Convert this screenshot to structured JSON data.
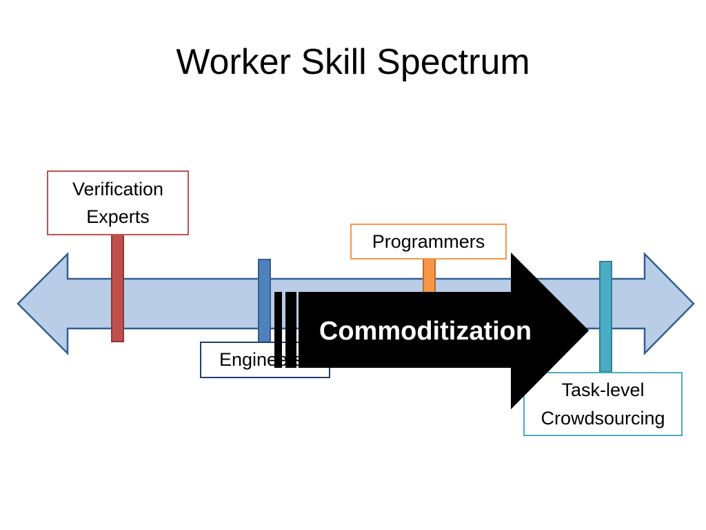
{
  "title": "Worker Skill Spectrum",
  "labels": {
    "verification": "Verification\nExperts",
    "programmers": "Programmers",
    "engineers": "Engineers",
    "crowdsourcing": "Task-level\nCrowdsourcing"
  },
  "arrow_text": "Commoditization",
  "colors": {
    "spectrum_fill": "#b9cde6",
    "spectrum_stroke": "#2f5f92",
    "verification": "#c0504d",
    "engineers": "#4f81bd",
    "programmers": "#f79646",
    "crowdsourcing": "#4bacc6",
    "commoditization_arrow": "#000000"
  }
}
